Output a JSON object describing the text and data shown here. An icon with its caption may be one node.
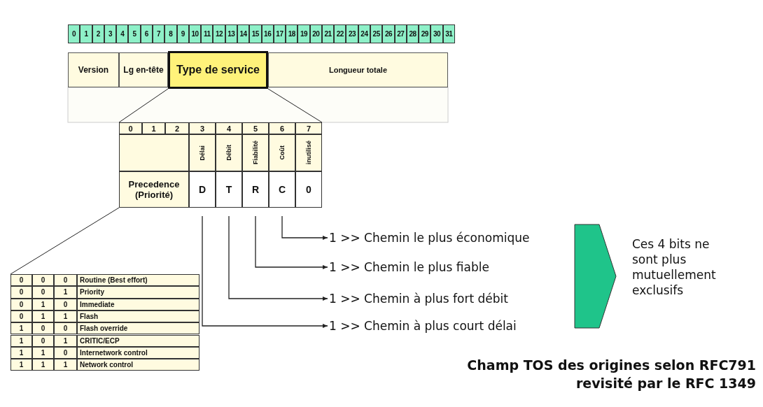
{
  "diagram": {
    "caption": "Champ TOS des origines selon RFC791 revisité par le RFC 1349",
    "nodes": [
      {
        "text": [
          "Version"
        ]
      },
      {
        "text": [
          "Lg en-tête"
        ]
      },
      {
        "text": [
          "Type de service"
        ]
      },
      {
        "text": [
          "Longueur totale"
        ]
      },
      {
        "text": [
          "Precedence (Priorité)"
        ]
      },
      {
        "text": [
          "D"
        ]
      },
      {
        "text": [
          "T"
        ]
      },
      {
        "text": [
          "R"
        ]
      },
      {
        "text": [
          "C"
        ]
      },
      {
        "text": [
          "0"
        ]
      },
      {
        "text": [
          "1 >> Chemin le plus économique"
        ]
      },
      {
        "text": [
          "1 >> Chemin le plus fiable"
        ]
      },
      {
        "text": [
          "1 >> Chemin à plus fort débit"
        ]
      },
      {
        "text": [
          "1 >> Chemin à plus court délai"
        ]
      },
      {
        "text": [],
        "shape": "chevron",
        "beside": [
          "Ces 4 bits ne sont plus mutuellement exclusifs"
        ]
      }
    ],
    "edges": [
      {
        "from": 8,
        "to": 10,
        "arrow": "to"
      },
      {
        "from": 7,
        "to": 11,
        "arrow": "to"
      },
      {
        "from": 6,
        "to": 12,
        "arrow": "to"
      },
      {
        "from": 5,
        "to": 13,
        "arrow": "to"
      }
    ],
    "labels": [
      "0",
      "1",
      "2",
      "3",
      "4",
      "5",
      "6",
      "7",
      "8",
      "9",
      "10",
      "11",
      "12",
      "13",
      "14",
      "15",
      "16",
      "17",
      "18",
      "19",
      "20",
      "21",
      "22",
      "23",
      "24",
      "25",
      "26",
      "27",
      "28",
      "29",
      "30",
      "31",
      "0",
      "1",
      "2",
      "3",
      "4",
      "5",
      "6",
      "7",
      "Délai",
      "Débit",
      "Fiabilité",
      "Coût",
      "inutilisé",
      "0",
      "0",
      "0",
      "Routine (Best effort)",
      "0",
      "0",
      "1",
      "Priority",
      "0",
      "1",
      "0",
      "Immediate",
      "0",
      "1",
      "1",
      "Flash",
      "1",
      "0",
      "0",
      "Flash override",
      "1",
      "0",
      "1",
      "CRITIC/ECP",
      "1",
      "1",
      "0",
      "Internetwork control",
      "1",
      "1",
      "1",
      "Network control"
    ]
  }
}
